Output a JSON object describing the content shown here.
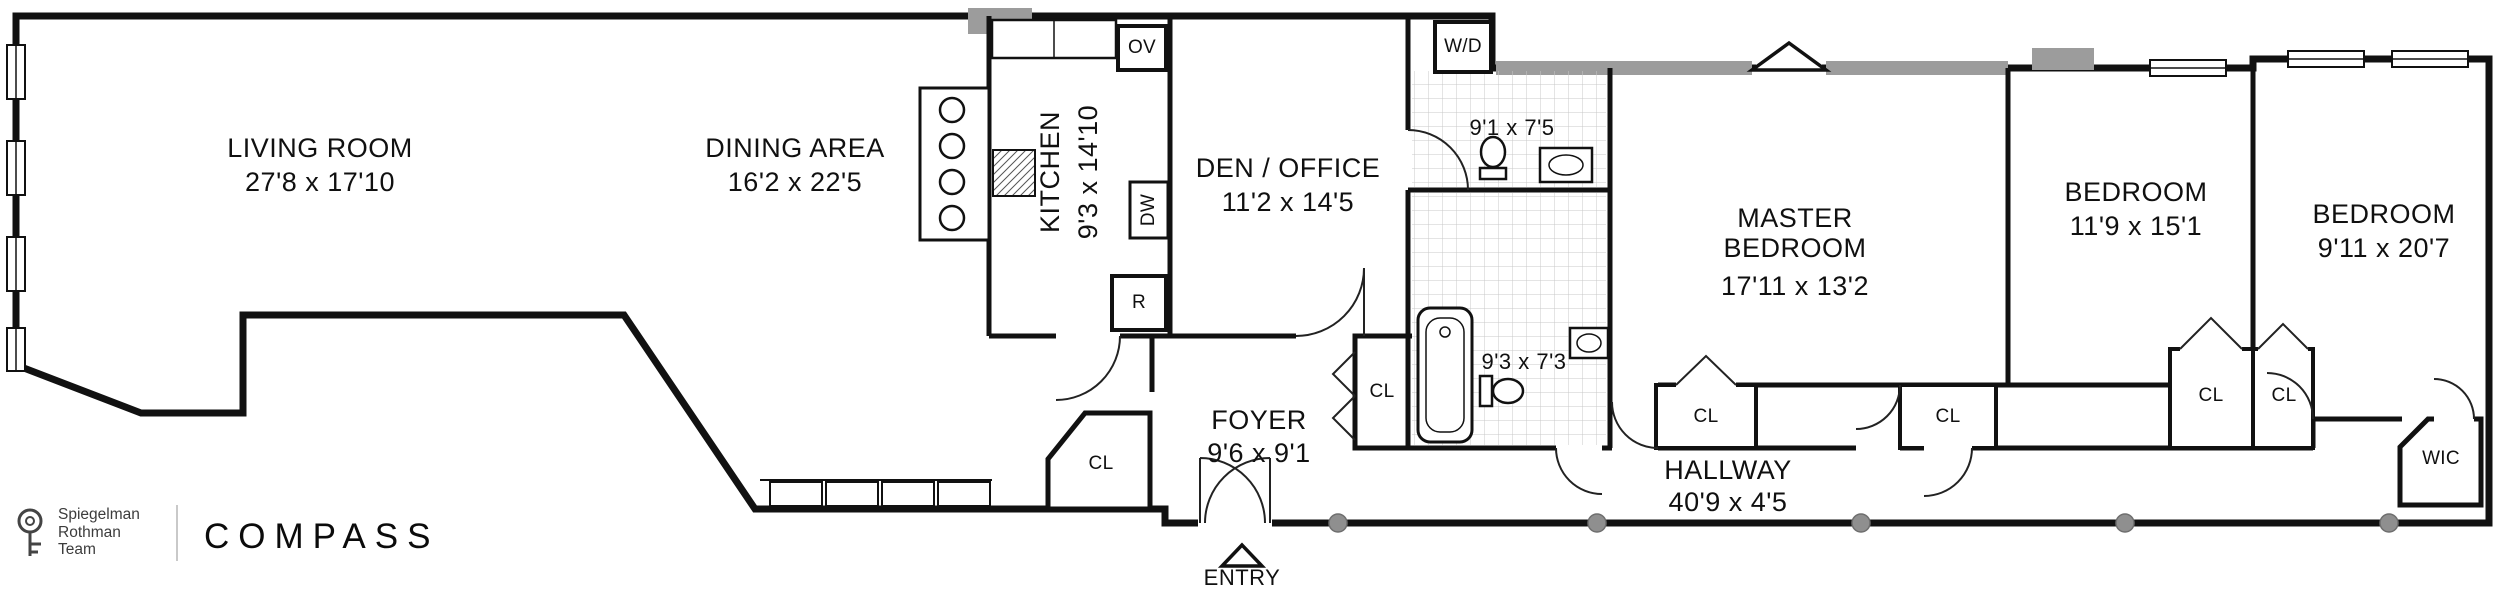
{
  "rooms": {
    "living": {
      "name": "LIVING ROOM",
      "dims": "27'8 x 17'10"
    },
    "dining": {
      "name": "DINING AREA",
      "dims": "16'2 x 22'5"
    },
    "kitchen": {
      "name": "KITCHEN",
      "dims": "9'3 x 14'10"
    },
    "den": {
      "name": "DEN / OFFICE",
      "dims": "11'2 x 14'5"
    },
    "bath1": {
      "dims": "9'1 x 7'5"
    },
    "bath2": {
      "dims": "9'3 x 7'3"
    },
    "master": {
      "name": "MASTER BEDROOM",
      "dims": "17'11 x 13'2"
    },
    "bedroom2": {
      "name": "BEDROOM",
      "dims": "11'9 x 15'1"
    },
    "bedroom3": {
      "name": "BEDROOM",
      "dims": "9'11 x 20'7"
    },
    "foyer": {
      "name": "FOYER",
      "dims": "9'6 x 9'1"
    },
    "hallway": {
      "name": "HALLWAY",
      "dims": "40'9 x 4'5"
    },
    "wic": {
      "name": "WIC"
    },
    "entry": {
      "name": "ENTRY"
    }
  },
  "fixtures": {
    "closet": "CL",
    "washer_dryer": "W/D",
    "oven": "OV",
    "dishwasher": "DW",
    "refrigerator": "R"
  },
  "branding": {
    "team_line1": "Spiegelman",
    "team_line2": "Rothman",
    "team_line3": "Team",
    "brand": "COMPASS"
  },
  "colors": {
    "wall": "#111111",
    "gray_wall": "#9c9c9c",
    "dot_fill": "#8f8f8f",
    "tile_line": "#c8c8c8"
  }
}
